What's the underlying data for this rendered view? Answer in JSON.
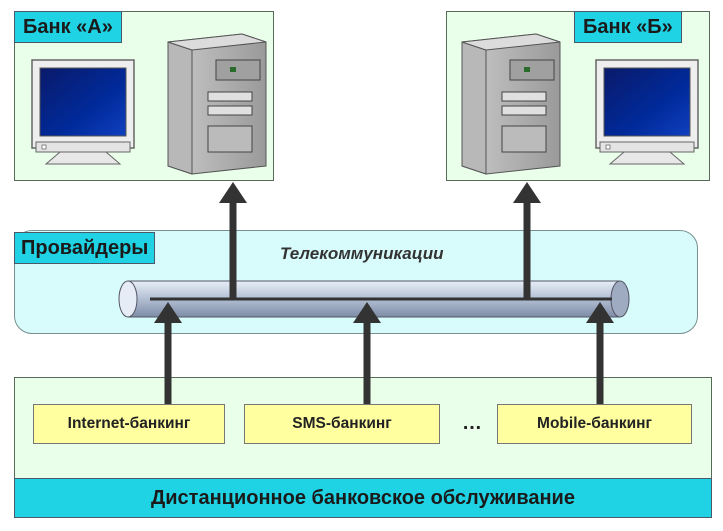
{
  "bank_a": {
    "title": "Банк «А»"
  },
  "bank_b": {
    "title": "Банк «Б»"
  },
  "providers": {
    "title": "Провайдеры",
    "caption": "Телекоммуникации"
  },
  "services": {
    "internet": "Internet-банкинг",
    "sms": "SMS-банкинг",
    "ellipsis": "…",
    "mobile": "Mobile-банкинг"
  },
  "footer": {
    "title": "Дистанционное банковское обслуживание"
  },
  "colors": {
    "panel_bg": "#eaffea",
    "label_bg": "#1fd3e5",
    "cloud_bg": "#d8fbfb",
    "service_bg": "#ffffa0",
    "arrow": "#333333"
  },
  "icons": [
    "monitor-icon",
    "server-tower-icon",
    "pipe-icon",
    "arrow-up-icon"
  ]
}
